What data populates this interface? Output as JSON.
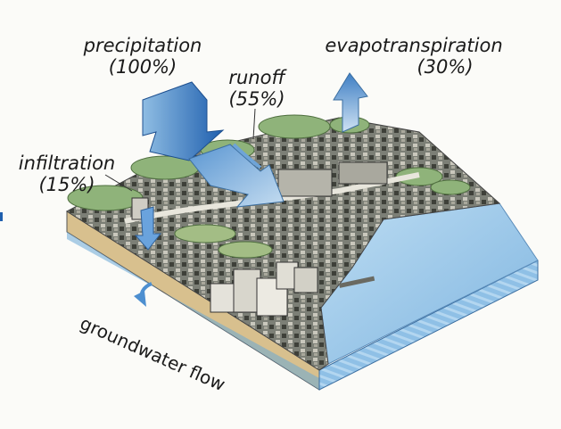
{
  "labels": {
    "precipitation": {
      "name": "precipitation",
      "value": "(100%)"
    },
    "runoff": {
      "name": "runoff",
      "value": "(55%)"
    },
    "evapotranspiration": {
      "name": "evapotranspiration",
      "value": "(30%)"
    },
    "infiltration": {
      "name": "infiltration",
      "value": "(15%)"
    },
    "groundwater": "groundwater flow"
  },
  "colors": {
    "arrow_dark": "#1f5fae",
    "arrow_light": "#8fbde3",
    "water": "#9fcbea",
    "water_side": "#4f8ec7",
    "vegetation": "#8fb37a",
    "ground_side": "#c9a672"
  }
}
